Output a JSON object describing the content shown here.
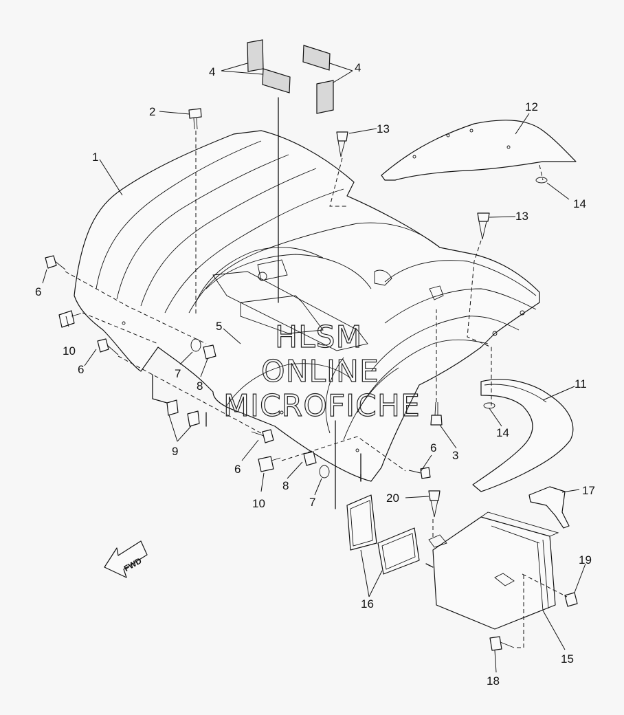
{
  "diagram": {
    "callouts": {
      "c1": "1",
      "c2": "2",
      "c3": "3",
      "c4a": "4",
      "c4b": "4",
      "c5": "5",
      "c6a": "6",
      "c6b": "6",
      "c6c": "6",
      "c6d": "6",
      "c7a": "7",
      "c7b": "7",
      "c8a": "8",
      "c8b": "8",
      "c9": "9",
      "c10a": "10",
      "c10b": "10",
      "c11": "11",
      "c12": "12",
      "c13a": "13",
      "c13b": "13",
      "c14a": "14",
      "c14b": "14",
      "c15": "15",
      "c16": "16",
      "c17": "17",
      "c18": "18",
      "c19": "19",
      "c20": "20"
    },
    "fwd_label": "FWD",
    "watermark": [
      "HLSM",
      "ONLINE",
      "MICROFICHE"
    ]
  }
}
